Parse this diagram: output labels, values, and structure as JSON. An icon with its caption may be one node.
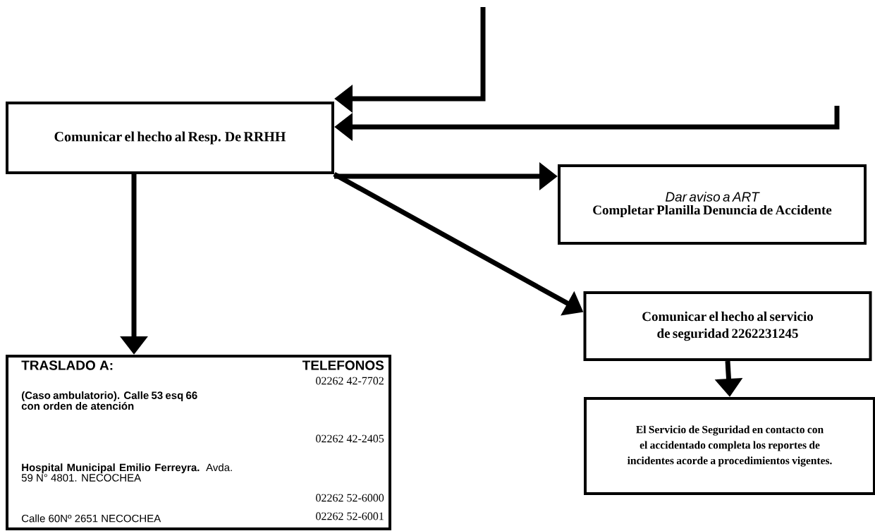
{
  "diagram": {
    "nodes": [
      {
        "text": [
          "Comunicar el hecho al Resp. De RRHH"
        ]
      },
      {
        "text": [
          "Dar aviso a ART",
          "Completar Planilla Denuncia de Accidente"
        ]
      },
      {
        "text": [
          "Comunicar el hecho al servicio de seguridad 2262231245"
        ]
      },
      {
        "text": [
          "El Servicio de Seguridad en contacto con el accidentado completa los reportes de incidentes acorde a procedimientos vigentes."
        ]
      },
      {
        "text": [
          "TRASLADO A:",
          "TELEFONOS",
          "(Caso ambulatorio). Calle 53 esq 66 con orden de atención",
          "02262 42-7702",
          "**Hospital Municipal Emilio Ferreyra.** Avda. 59 N° 4801. NECOCHEA",
          "02262 42-2405",
          "02262 52-6000",
          "Calle 60Nº 2651 NECOCHEA",
          "02262 52-6001"
        ]
      }
    ],
    "edges": [
      {
        "from": null,
        "to": 0,
        "arrow": "to"
      },
      {
        "from": null,
        "to": 0,
        "arrow": "to"
      },
      {
        "from": 0,
        "to": 1,
        "arrow": "to"
      },
      {
        "from": 0,
        "to": 4,
        "arrow": "to"
      },
      {
        "from": 0,
        "to": 2,
        "arrow": "to"
      },
      {
        "from": 2,
        "to": 3,
        "arrow": "to"
      }
    ]
  }
}
